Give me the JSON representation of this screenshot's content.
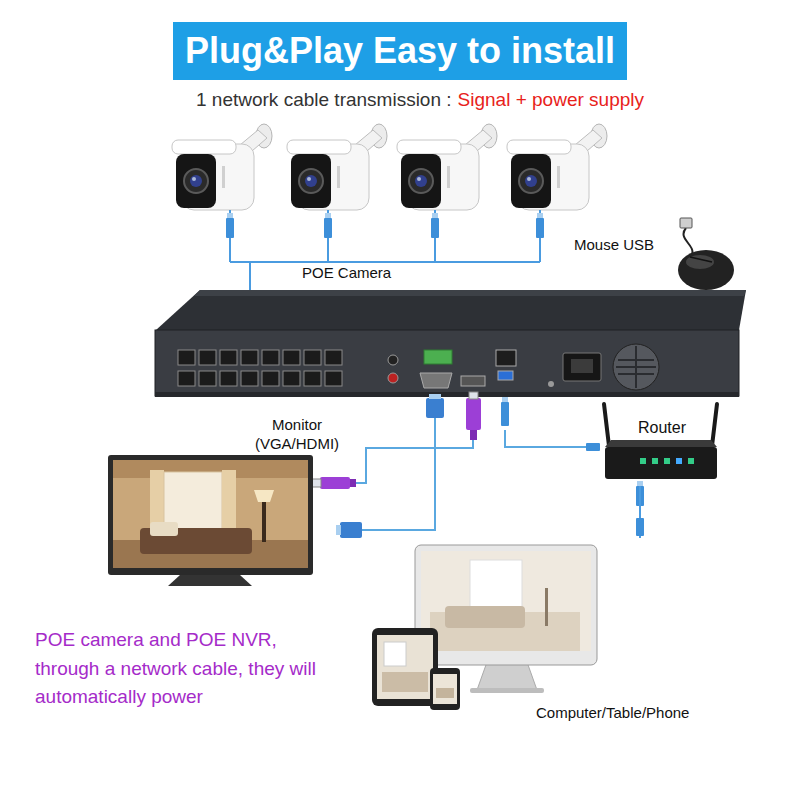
{
  "diagram": {
    "title": "Plug&Play Easy to install",
    "nodes": [
      {
        "text": [
          "Mouse USB"
        ]
      },
      {
        "text": [
          "Monitor (VGA/HDMI)"
        ]
      },
      {
        "text": [
          "Router"
        ]
      },
      {
        "text": [
          "Computer/Table/Phone"
        ]
      }
    ],
    "edges": [
      {
        "from": 2,
        "to": 3,
        "arrow": "none"
      }
    ],
    "labels": [
      "1 network cable transmission :",
      "Signal + power supply",
      "POE Camera",
      "POE camera and POE NVR, through a network cable, they will automatically power"
    ]
  }
}
